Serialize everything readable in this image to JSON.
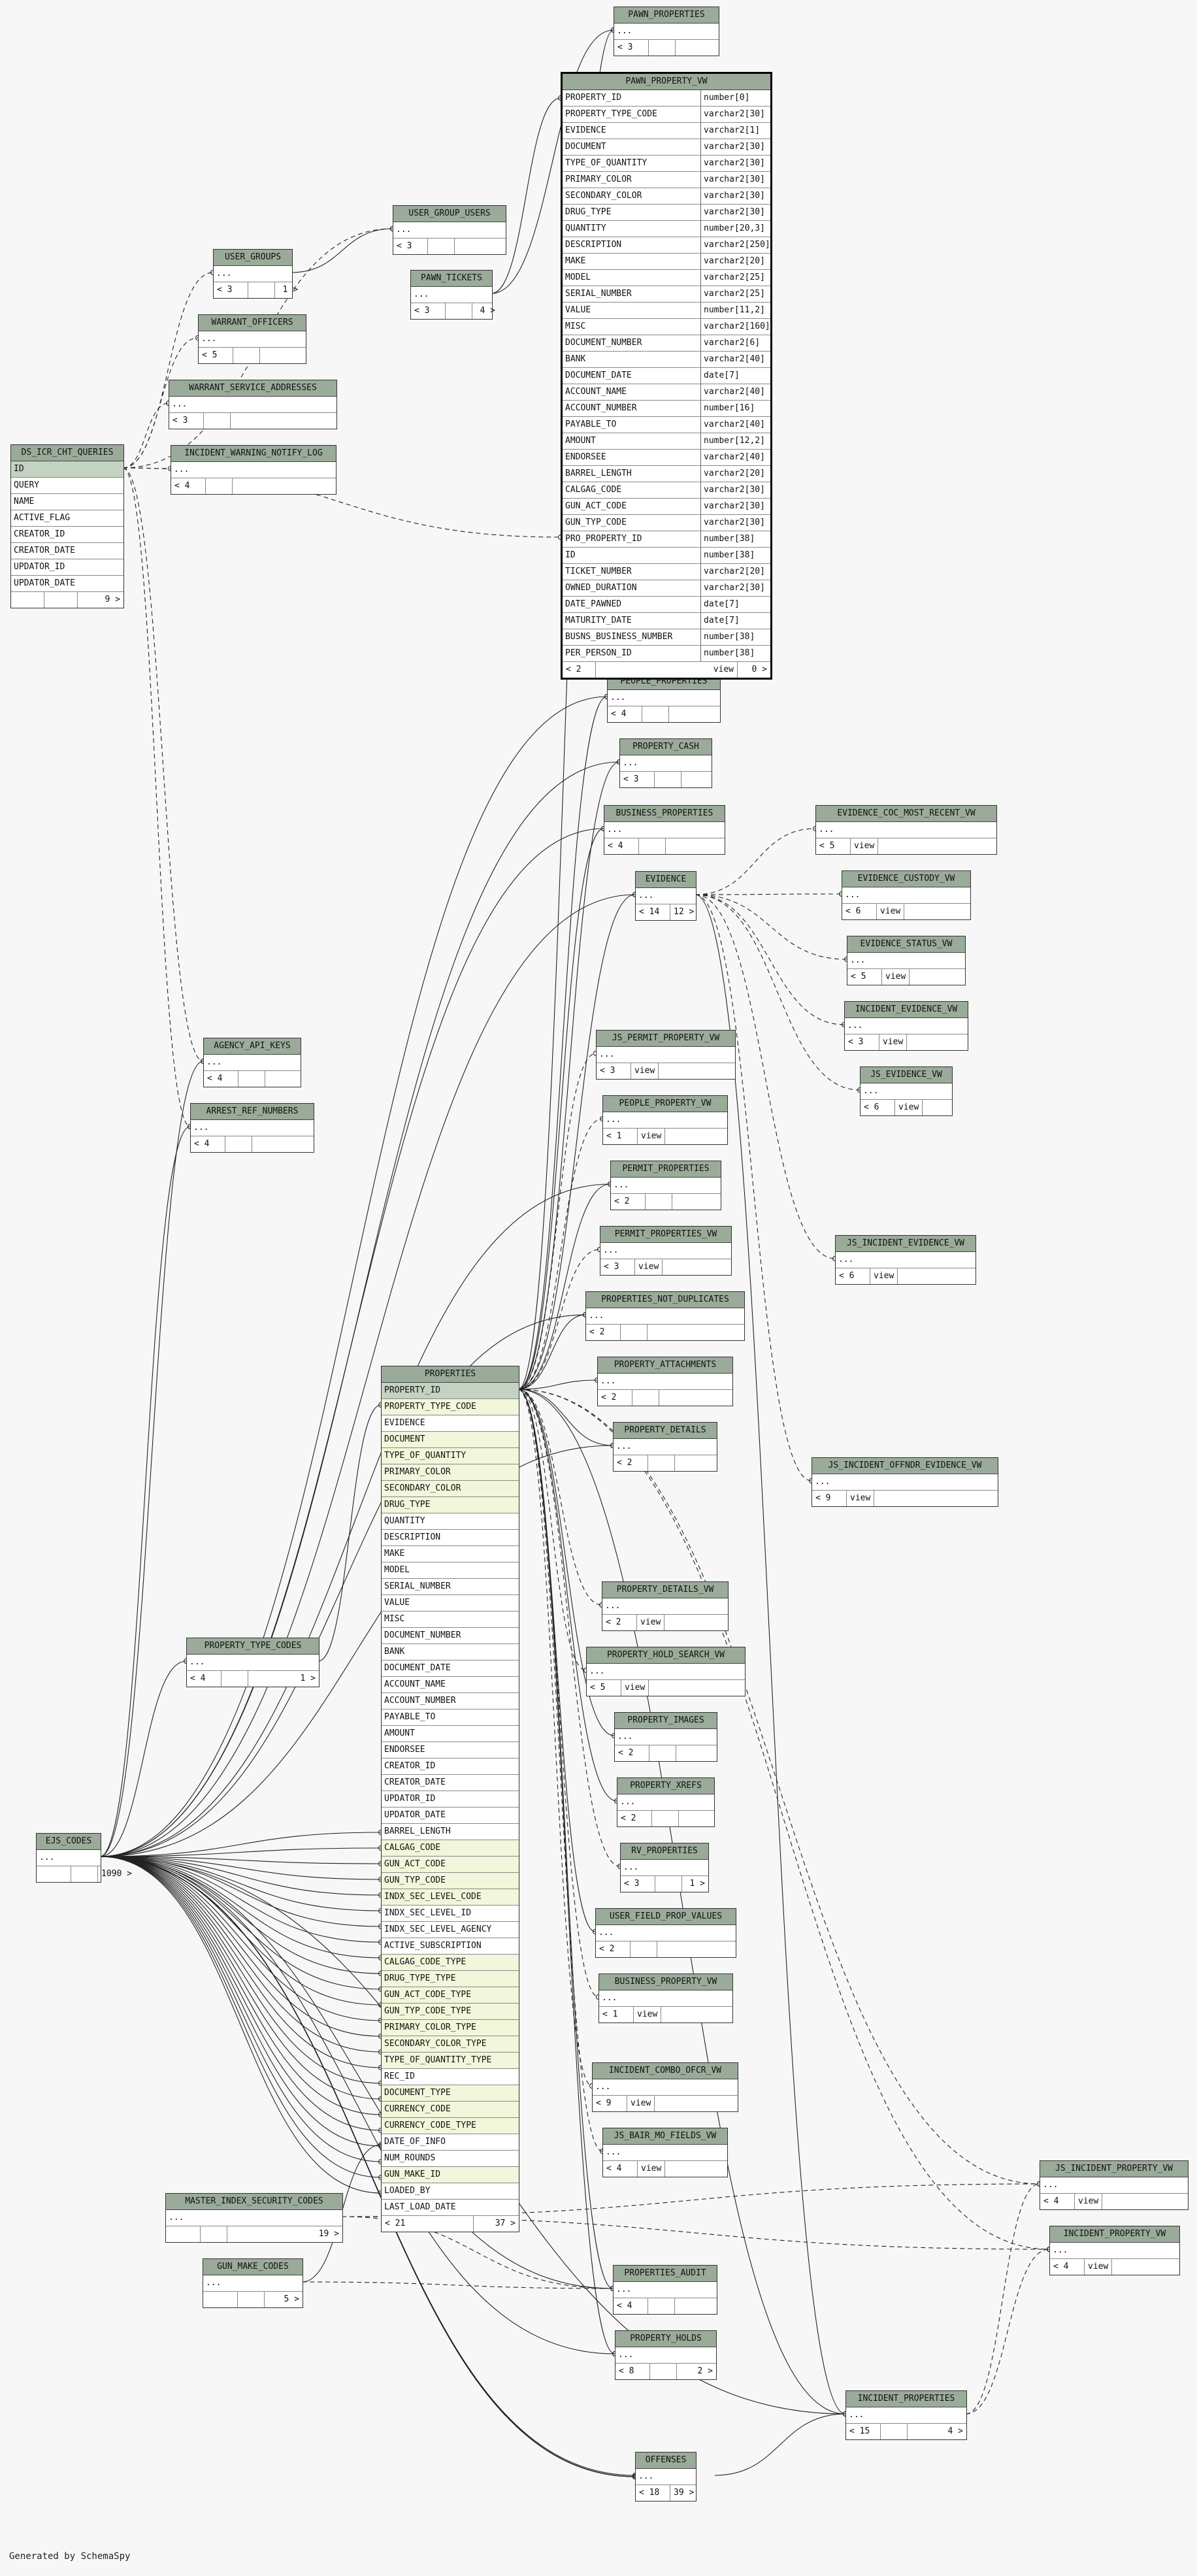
{
  "footer": "Generated by SchemaSpy",
  "properties": {
    "title": "PROPERTIES",
    "columns": [
      "PROPERTY_ID",
      "PROPERTY_TYPE_CODE",
      "EVIDENCE",
      "DOCUMENT",
      "TYPE_OF_QUANTITY",
      "PRIMARY_COLOR",
      "SECONDARY_COLOR",
      "DRUG_TYPE",
      "QUANTITY",
      "DESCRIPTION",
      "MAKE",
      "MODEL",
      "SERIAL_NUMBER",
      "VALUE",
      "MISC",
      "DOCUMENT_NUMBER",
      "BANK",
      "DOCUMENT_DATE",
      "ACCOUNT_NAME",
      "ACCOUNT_NUMBER",
      "PAYABLE_TO",
      "AMOUNT",
      "ENDORSEE",
      "CREATOR_ID",
      "CREATOR_DATE",
      "UPDATOR_ID",
      "UPDATOR_DATE",
      "BARREL_LENGTH",
      "CALGAG_CODE",
      "GUN_ACT_CODE",
      "GUN_TYP_CODE",
      "INDX_SEC_LEVEL_CODE",
      "INDX_SEC_LEVEL_ID",
      "INDX_SEC_LEVEL_AGENCY",
      "ACTIVE_SUBSCRIPTION",
      "CALGAG_CODE_TYPE",
      "DRUG_TYPE_TYPE",
      "GUN_ACT_CODE_TYPE",
      "GUN_TYP_CODE_TYPE",
      "PRIMARY_COLOR_TYPE",
      "SECONDARY_COLOR_TYPE",
      "TYPE_OF_QUANTITY_TYPE",
      "REC_ID",
      "DOCUMENT_TYPE",
      "CURRENCY_CODE",
      "CURRENCY_CODE_TYPE",
      "DATE_OF_INFO",
      "NUM_ROUNDS",
      "GUN_MAKE_ID",
      "LOADED_BY",
      "LAST_LOAD_DATE"
    ],
    "foot": [
      "< 21",
      "37 >"
    ]
  },
  "pawn_property_vw": {
    "title": "PAWN_PROPERTY_VW",
    "columns": [
      [
        "PROPERTY_ID",
        "number[0]"
      ],
      [
        "PROPERTY_TYPE_CODE",
        "varchar2[30]"
      ],
      [
        "EVIDENCE",
        "varchar2[1]"
      ],
      [
        "DOCUMENT",
        "varchar2[30]"
      ],
      [
        "TYPE_OF_QUANTITY",
        "varchar2[30]"
      ],
      [
        "PRIMARY_COLOR",
        "varchar2[30]"
      ],
      [
        "SECONDARY_COLOR",
        "varchar2[30]"
      ],
      [
        "DRUG_TYPE",
        "varchar2[30]"
      ],
      [
        "QUANTITY",
        "number[20,3]"
      ],
      [
        "DESCRIPTION",
        "varchar2[250]"
      ],
      [
        "MAKE",
        "varchar2[20]"
      ],
      [
        "MODEL",
        "varchar2[25]"
      ],
      [
        "SERIAL_NUMBER",
        "varchar2[25]"
      ],
      [
        "VALUE",
        "number[11,2]"
      ],
      [
        "MISC",
        "varchar2[160]"
      ],
      [
        "DOCUMENT_NUMBER",
        "varchar2[6]"
      ],
      [
        "BANK",
        "varchar2[40]"
      ],
      [
        "DOCUMENT_DATE",
        "date[7]"
      ],
      [
        "ACCOUNT_NAME",
        "varchar2[40]"
      ],
      [
        "ACCOUNT_NUMBER",
        "number[16]"
      ],
      [
        "PAYABLE_TO",
        "varchar2[40]"
      ],
      [
        "AMOUNT",
        "number[12,2]"
      ],
      [
        "ENDORSEE",
        "varchar2[40]"
      ],
      [
        "BARREL_LENGTH",
        "varchar2[20]"
      ],
      [
        "CALGAG_CODE",
        "varchar2[30]"
      ],
      [
        "GUN_ACT_CODE",
        "varchar2[30]"
      ],
      [
        "GUN_TYP_CODE",
        "varchar2[30]"
      ],
      [
        "PRO_PROPERTY_ID",
        "number[38]"
      ],
      [
        "ID",
        "number[38]"
      ],
      [
        "TICKET_NUMBER",
        "varchar2[20]"
      ],
      [
        "OWNED_DURATION",
        "varchar2[30]"
      ],
      [
        "DATE_PAWNED",
        "date[7]"
      ],
      [
        "MATURITY_DATE",
        "date[7]"
      ],
      [
        "BUSNS_BUSINESS_NUMBER",
        "number[38]"
      ],
      [
        "PER_PERSON_ID",
        "number[38]"
      ]
    ],
    "foot": [
      "< 2",
      "view",
      "0 >"
    ]
  },
  "ds_icr": {
    "title": "DS_ICR_CHT_QUERIES",
    "columns": [
      "ID",
      "QUERY",
      "NAME",
      "ACTIVE_FLAG",
      "CREATOR_ID",
      "CREATOR_DATE",
      "UPDATOR_ID",
      "UPDATOR_DATE"
    ],
    "foot": [
      "",
      "",
      "9 >"
    ]
  },
  "small_tables": [
    {
      "id": "pawn_properties",
      "title": "PAWN_PROPERTIES",
      "foot": [
        "< 3",
        "",
        ""
      ]
    },
    {
      "id": "user_group_users",
      "title": "USER_GROUP_USERS",
      "foot": [
        "< 3",
        "",
        ""
      ]
    },
    {
      "id": "user_groups",
      "title": "USER_GROUPS",
      "foot": [
        "< 3",
        "",
        "1 >"
      ]
    },
    {
      "id": "pawn_tickets",
      "title": "PAWN_TICKETS",
      "foot": [
        "< 3",
        "",
        "4 >"
      ]
    },
    {
      "id": "warrant_officers",
      "title": "WARRANT_OFFICERS",
      "foot": [
        "< 5",
        "",
        ""
      ]
    },
    {
      "id": "warrant_service_addresses",
      "title": "WARRANT_SERVICE_ADDRESSES",
      "foot": [
        "< 3",
        "",
        ""
      ]
    },
    {
      "id": "incident_warning_notify_log",
      "title": "INCIDENT_WARNING_NOTIFY_LOG",
      "foot": [
        "< 4",
        "",
        ""
      ]
    },
    {
      "id": "people_properties",
      "title": "PEOPLE_PROPERTIES",
      "foot": [
        "< 4",
        "",
        ""
      ]
    },
    {
      "id": "property_cash",
      "title": "PROPERTY_CASH",
      "foot": [
        "< 3",
        "",
        ""
      ]
    },
    {
      "id": "business_properties",
      "title": "BUSINESS_PROPERTIES",
      "foot": [
        "< 4",
        "",
        ""
      ]
    },
    {
      "id": "evidence",
      "title": "EVIDENCE",
      "foot": [
        "< 14",
        "12 >"
      ]
    },
    {
      "id": "evidence_coc_most_recent_vw",
      "title": "EVIDENCE_COC_MOST_RECENT_VW",
      "foot": [
        "< 5",
        "view",
        ""
      ]
    },
    {
      "id": "evidence_custody_vw",
      "title": "EVIDENCE_CUSTODY_VW",
      "foot": [
        "< 6",
        "view",
        ""
      ]
    },
    {
      "id": "evidence_status_vw",
      "title": "EVIDENCE_STATUS_VW",
      "foot": [
        "< 5",
        "view",
        ""
      ]
    },
    {
      "id": "incident_evidence_vw",
      "title": "INCIDENT_EVIDENCE_VW",
      "foot": [
        "< 3",
        "view",
        ""
      ]
    },
    {
      "id": "js_evidence_vw",
      "title": "JS_EVIDENCE_VW",
      "foot": [
        "< 6",
        "view",
        ""
      ]
    },
    {
      "id": "js_permit_property_vw",
      "title": "JS_PERMIT_PROPERTY_VW",
      "foot": [
        "< 3",
        "view",
        ""
      ]
    },
    {
      "id": "people_property_vw",
      "title": "PEOPLE_PROPERTY_VW",
      "foot": [
        "< 1",
        "view",
        ""
      ]
    },
    {
      "id": "permit_properties",
      "title": "PERMIT_PROPERTIES",
      "foot": [
        "< 2",
        "",
        ""
      ]
    },
    {
      "id": "permit_properties_vw",
      "title": "PERMIT_PROPERTIES_VW",
      "foot": [
        "< 3",
        "view",
        ""
      ]
    },
    {
      "id": "js_incident_evidence_vw",
      "title": "JS_INCIDENT_EVIDENCE_VW",
      "foot": [
        "< 6",
        "view",
        ""
      ]
    },
    {
      "id": "properties_not_duplicates",
      "title": "PROPERTIES_NOT_DUPLICATES",
      "foot": [
        "< 2",
        "",
        ""
      ]
    },
    {
      "id": "property_attachments",
      "title": "PROPERTY_ATTACHMENTS",
      "foot": [
        "< 2",
        "",
        ""
      ]
    },
    {
      "id": "property_details",
      "title": "PROPERTY_DETAILS",
      "foot": [
        "< 2",
        "",
        ""
      ]
    },
    {
      "id": "js_incident_offndr_evidence_vw",
      "title": "JS_INCIDENT_OFFNDR_EVIDENCE_VW",
      "foot": [
        "< 9",
        "view",
        ""
      ]
    },
    {
      "id": "property_details_vw",
      "title": "PROPERTY_DETAILS_VW",
      "foot": [
        "< 2",
        "view",
        ""
      ]
    },
    {
      "id": "property_hold_search_vw",
      "title": "PROPERTY_HOLD_SEARCH_VW",
      "foot": [
        "< 5",
        "view",
        ""
      ]
    },
    {
      "id": "property_images",
      "title": "PROPERTY_IMAGES",
      "foot": [
        "< 2",
        "",
        ""
      ]
    },
    {
      "id": "property_xrefs",
      "title": "PROPERTY_XREFS",
      "foot": [
        "< 2",
        "",
        ""
      ]
    },
    {
      "id": "rv_properties",
      "title": "RV_PROPERTIES",
      "foot": [
        "< 3",
        "",
        "1 >"
      ]
    },
    {
      "id": "user_field_prop_values",
      "title": "USER_FIELD_PROP_VALUES",
      "foot": [
        "< 2",
        "",
        ""
      ]
    },
    {
      "id": "business_property_vw",
      "title": "BUSINESS_PROPERTY_VW",
      "foot": [
        "< 1",
        "view",
        ""
      ]
    },
    {
      "id": "incident_combo_ofcr_vw",
      "title": "INCIDENT_COMBO_OFCR_VW",
      "foot": [
        "< 9",
        "view",
        ""
      ]
    },
    {
      "id": "js_bair_mo_fields_vw",
      "title": "JS_BAIR_MO_FIELDS_VW",
      "foot": [
        "< 4",
        "view",
        ""
      ]
    },
    {
      "id": "js_incident_property_vw",
      "title": "JS_INCIDENT_PROPERTY_VW",
      "foot": [
        "< 4",
        "view",
        ""
      ]
    },
    {
      "id": "incident_property_vw",
      "title": "INCIDENT_PROPERTY_VW",
      "foot": [
        "< 4",
        "view",
        ""
      ]
    },
    {
      "id": "agency_api_keys",
      "title": "AGENCY_API_KEYS",
      "foot": [
        "< 4",
        "",
        ""
      ]
    },
    {
      "id": "arrest_ref_numbers",
      "title": "ARREST_REF_NUMBERS",
      "foot": [
        "< 4",
        "",
        ""
      ]
    },
    {
      "id": "property_type_codes",
      "title": "PROPERTY_TYPE_CODES",
      "foot": [
        "< 4",
        "",
        "1 >"
      ]
    },
    {
      "id": "ejs_codes",
      "title": "EJS_CODES",
      "foot": [
        "",
        "",
        "1090 >"
      ]
    },
    {
      "id": "master_index_security_codes",
      "title": "MASTER_INDEX_SECURITY_CODES",
      "foot": [
        "",
        "",
        "19 >"
      ]
    },
    {
      "id": "gun_make_codes",
      "title": "GUN_MAKE_CODES",
      "foot": [
        "",
        "",
        "5 >"
      ]
    },
    {
      "id": "properties_audit",
      "title": "PROPERTIES_AUDIT",
      "foot": [
        "< 4",
        "",
        ""
      ]
    },
    {
      "id": "property_holds",
      "title": "PROPERTY_HOLDS",
      "foot": [
        "< 8",
        "",
        "2 >"
      ]
    },
    {
      "id": "incident_properties",
      "title": "INCIDENT_PROPERTIES",
      "foot": [
        "< 15",
        "",
        "4 >"
      ]
    },
    {
      "id": "offenses",
      "title": "OFFENSES",
      "foot": [
        "< 18",
        "39 >"
      ]
    }
  ]
}
